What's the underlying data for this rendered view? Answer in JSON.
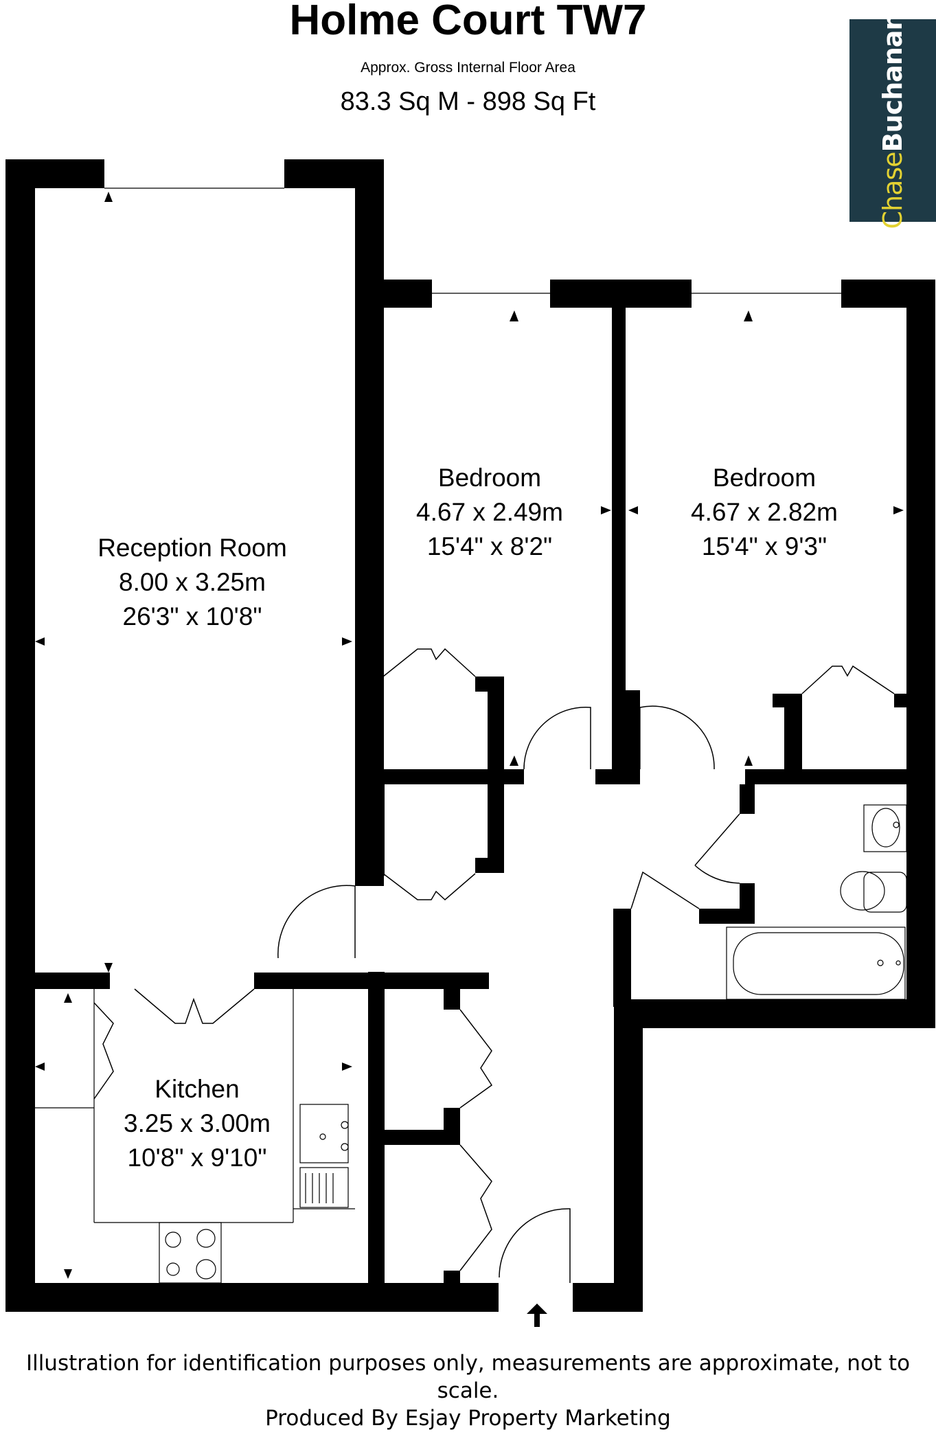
{
  "header": {
    "title": "Holme Court TW7",
    "area_label": "Approx. Gross Internal Floor Area",
    "area_value": "83.3 Sq M - 898 Sq Ft"
  },
  "logo": {
    "part1": "Chase",
    "part2": "Buchanan",
    "bg_color": "#1e3a46",
    "accent_color": "#e3d232"
  },
  "rooms": {
    "reception": {
      "name": "Reception Room",
      "metric": "8.00 x 3.25m",
      "imperial": "26'3\" x 10'8\""
    },
    "bedroom1": {
      "name": "Bedroom",
      "metric": "4.67 x 2.49m",
      "imperial": "15'4\" x 8'2\""
    },
    "bedroom2": {
      "name": "Bedroom",
      "metric": "4.67 x 2.82m",
      "imperial": "15'4\" x 9'3\""
    },
    "kitchen": {
      "name": "Kitchen",
      "metric": "3.25 x 3.00m",
      "imperial": "10'8\" x 9'10\""
    }
  },
  "footer": {
    "line1": "Illustration for identification purposes only, measurements are approximate, not to scale.",
    "line2": "Produced By Esjay Property Marketing"
  },
  "icons": {
    "entrance": "entrance-arrow-icon"
  }
}
